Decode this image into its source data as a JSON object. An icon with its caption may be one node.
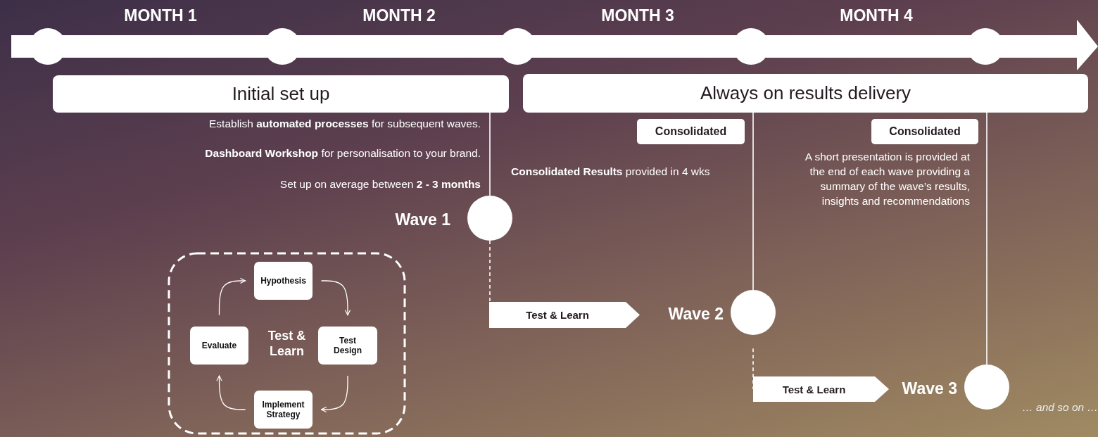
{
  "diagram": {
    "nodes": [
      {
        "text": [
          "Initial set up"
        ]
      },
      {
        "text": [
          "Always on results delivery"
        ]
      },
      {
        "text": [
          "Consolidated"
        ]
      },
      {
        "text": [
          "Consolidated"
        ]
      },
      {
        "text": [],
        "shape": "circle",
        "beside": [
          "Wave 1"
        ]
      },
      {
        "text": [
          "Test & Learn"
        ]
      },
      {
        "text": [],
        "shape": "circle",
        "beside": [
          "Wave 2"
        ]
      },
      {
        "text": [
          "Test & Learn"
        ]
      },
      {
        "text": [],
        "shape": "circle",
        "beside": [
          "Wave 3"
        ]
      },
      {
        "text": [
          "Test & Learn"
        ]
      },
      {
        "text": [
          "Hypothesis"
        ],
        "in": 9
      },
      {
        "text": [
          "Test Design"
        ],
        "in": 9
      },
      {
        "text": [
          "Implement Strategy"
        ],
        "in": 9
      },
      {
        "text": [
          "Evaluate"
        ],
        "in": 9
      }
    ],
    "edges": [
      {
        "from": 0,
        "to": 4,
        "arrow": "none"
      },
      {
        "from": 4,
        "to": 5,
        "arrow": "none",
        "style": "dashed"
      },
      {
        "from": 1,
        "to": 6,
        "arrow": "none"
      },
      {
        "from": 6,
        "to": 7,
        "arrow": "none",
        "style": "dashed"
      },
      {
        "from": 1,
        "to": 8,
        "arrow": "none"
      },
      {
        "from": 10,
        "to": 11,
        "arrow": "to"
      },
      {
        "from": 11,
        "to": 12,
        "arrow": "to"
      },
      {
        "from": 12,
        "to": 13,
        "arrow": "to"
      },
      {
        "from": 13,
        "to": 10,
        "arrow": "to"
      }
    ],
    "labels": [
      "MONTH 1",
      "MONTH 2",
      "MONTH 3",
      "MONTH 4",
      "Establish **automated processes** for subsequent waves.",
      "**Dashboard Workshop** for personalisation to your brand.",
      "Set up on average between **2 - 3 months**",
      "**Consolidated Results** provided in 4 wks",
      "A short presentation is provided at the end of each wave providing a summary of the wave’s results, insights and recommendations",
      "… and so on …"
    ]
  }
}
